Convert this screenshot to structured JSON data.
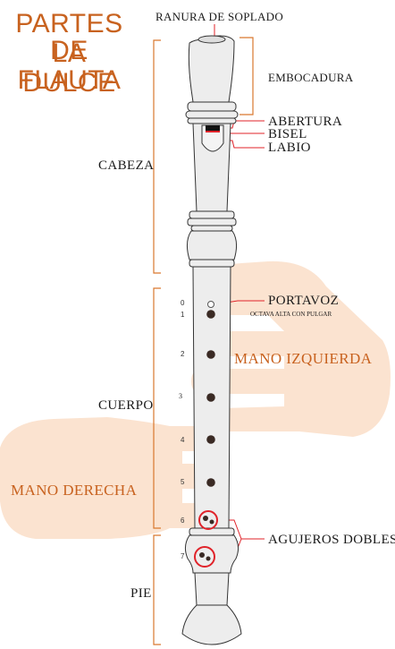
{
  "title": {
    "line1": "PARTES DE",
    "line2": "LA FLAUTA",
    "line3": "DULCE"
  },
  "labels": {
    "ranura": "RANURA DE SOPLADO",
    "embocadura": "EMBOCADURA",
    "abertura": "ABERTURA",
    "bisel": "BISEL",
    "labio": "LABIO",
    "cabeza": "CABEZA",
    "portavoz": "PORTAVOZ",
    "portavoz_note": "OCTAVA ALTA CON PULGAR",
    "mano_izquierda": "MANO IZQUIERDA",
    "cuerpo": "CUERPO",
    "cuerpo_sup": "3",
    "mano_derecha": "MANO DERECHA",
    "agujeros_dobles": "AGUJEROS DOBLES",
    "pie": "PIE"
  },
  "hole_numbers": [
    "0",
    "1",
    "2",
    "4",
    "5",
    "6",
    "7"
  ],
  "colors": {
    "accent": "#c8621f",
    "hand": "#fbe3d0",
    "flute_body": "#ededed",
    "outline": "#333333",
    "highlight": "#e0232a"
  }
}
